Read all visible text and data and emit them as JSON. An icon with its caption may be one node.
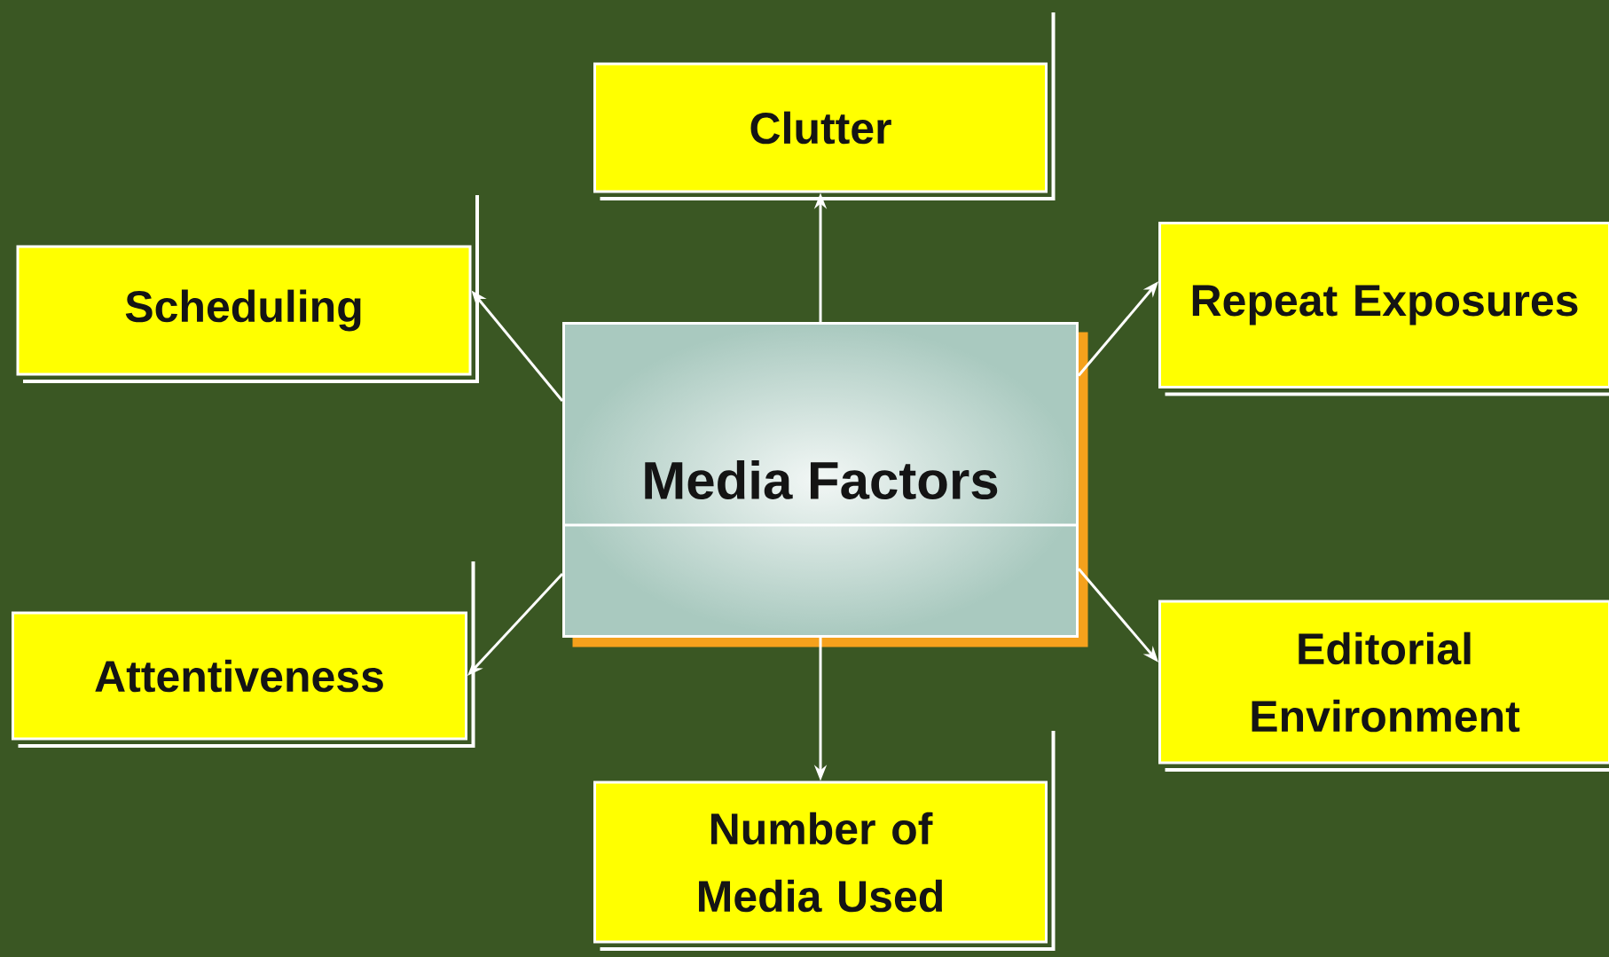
{
  "diagram": {
    "nodes": [
      {
        "text": [
          "Media Factors"
        ]
      },
      {
        "text": [
          "Clutter"
        ]
      },
      {
        "text": [
          "Scheduling"
        ]
      },
      {
        "text": [
          "Repeat Exposures"
        ]
      },
      {
        "text": [
          "Attentiveness"
        ]
      },
      {
        "text": [
          "Editorial Environment"
        ]
      },
      {
        "text": [
          "Number of Media Used"
        ]
      }
    ],
    "edges": [
      {
        "from": 0,
        "to": 1,
        "arrow": "to"
      },
      {
        "from": 0,
        "to": 2,
        "arrow": "to"
      },
      {
        "from": 0,
        "to": 3,
        "arrow": "to"
      },
      {
        "from": 0,
        "to": 4,
        "arrow": "to"
      },
      {
        "from": 0,
        "to": 5,
        "arrow": "to"
      },
      {
        "from": 0,
        "to": 6,
        "arrow": "to"
      }
    ]
  }
}
